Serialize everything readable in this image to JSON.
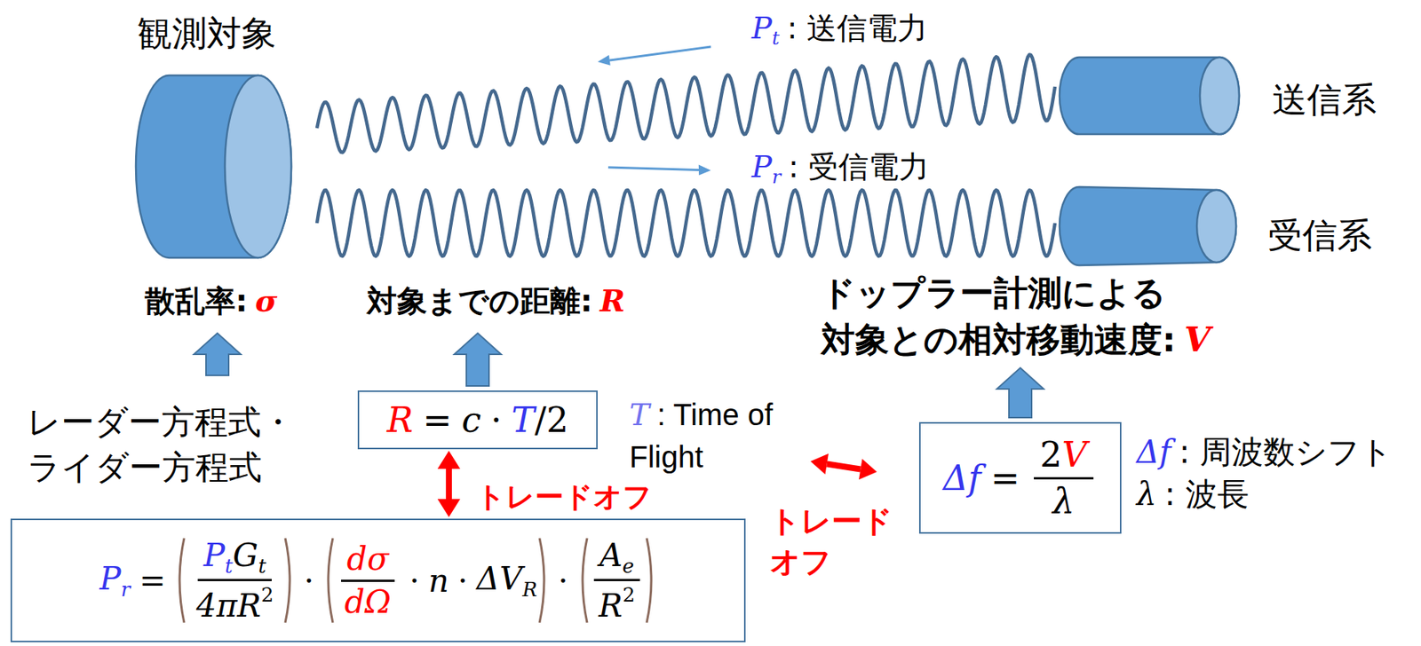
{
  "diagram": {
    "nodes": [
      {
        "text": [
          "R",
          "=",
          "c",
          "·",
          "T",
          "/2"
        ]
      },
      {
        "text": [
          "Δf",
          "=",
          "2",
          "V",
          "λ"
        ]
      },
      {
        "text": [
          "P",
          "r",
          "=",
          "P",
          "t",
          "G",
          "t",
          "4πR",
          "2",
          "·",
          "dσ",
          "dΩ",
          "·",
          "n",
          "·",
          "ΔV",
          "R",
          "·",
          "A",
          "e",
          "R",
          "2"
        ]
      }
    ],
    "edges": [
      {
        "from": 0,
        "to": 2,
        "arrow": "both",
        "label": "トレードオフ"
      }
    ],
    "labels": [
      "観測対象",
      "P",
      "t",
      ": 送信電力",
      "送信系",
      "P",
      "r",
      ": 受信電力",
      "受信系",
      "散乱率:",
      "σ",
      "対象までの距離:",
      "R",
      "ドップラー計測による",
      "対象との相対移動速度:",
      "V",
      "レーダー方程式・",
      "ライダー方程式",
      "T",
      ": Time of Flight",
      "トレード オフ",
      "Δf",
      ": 周波数シフト",
      "λ",
      ": 波長"
    ]
  }
}
